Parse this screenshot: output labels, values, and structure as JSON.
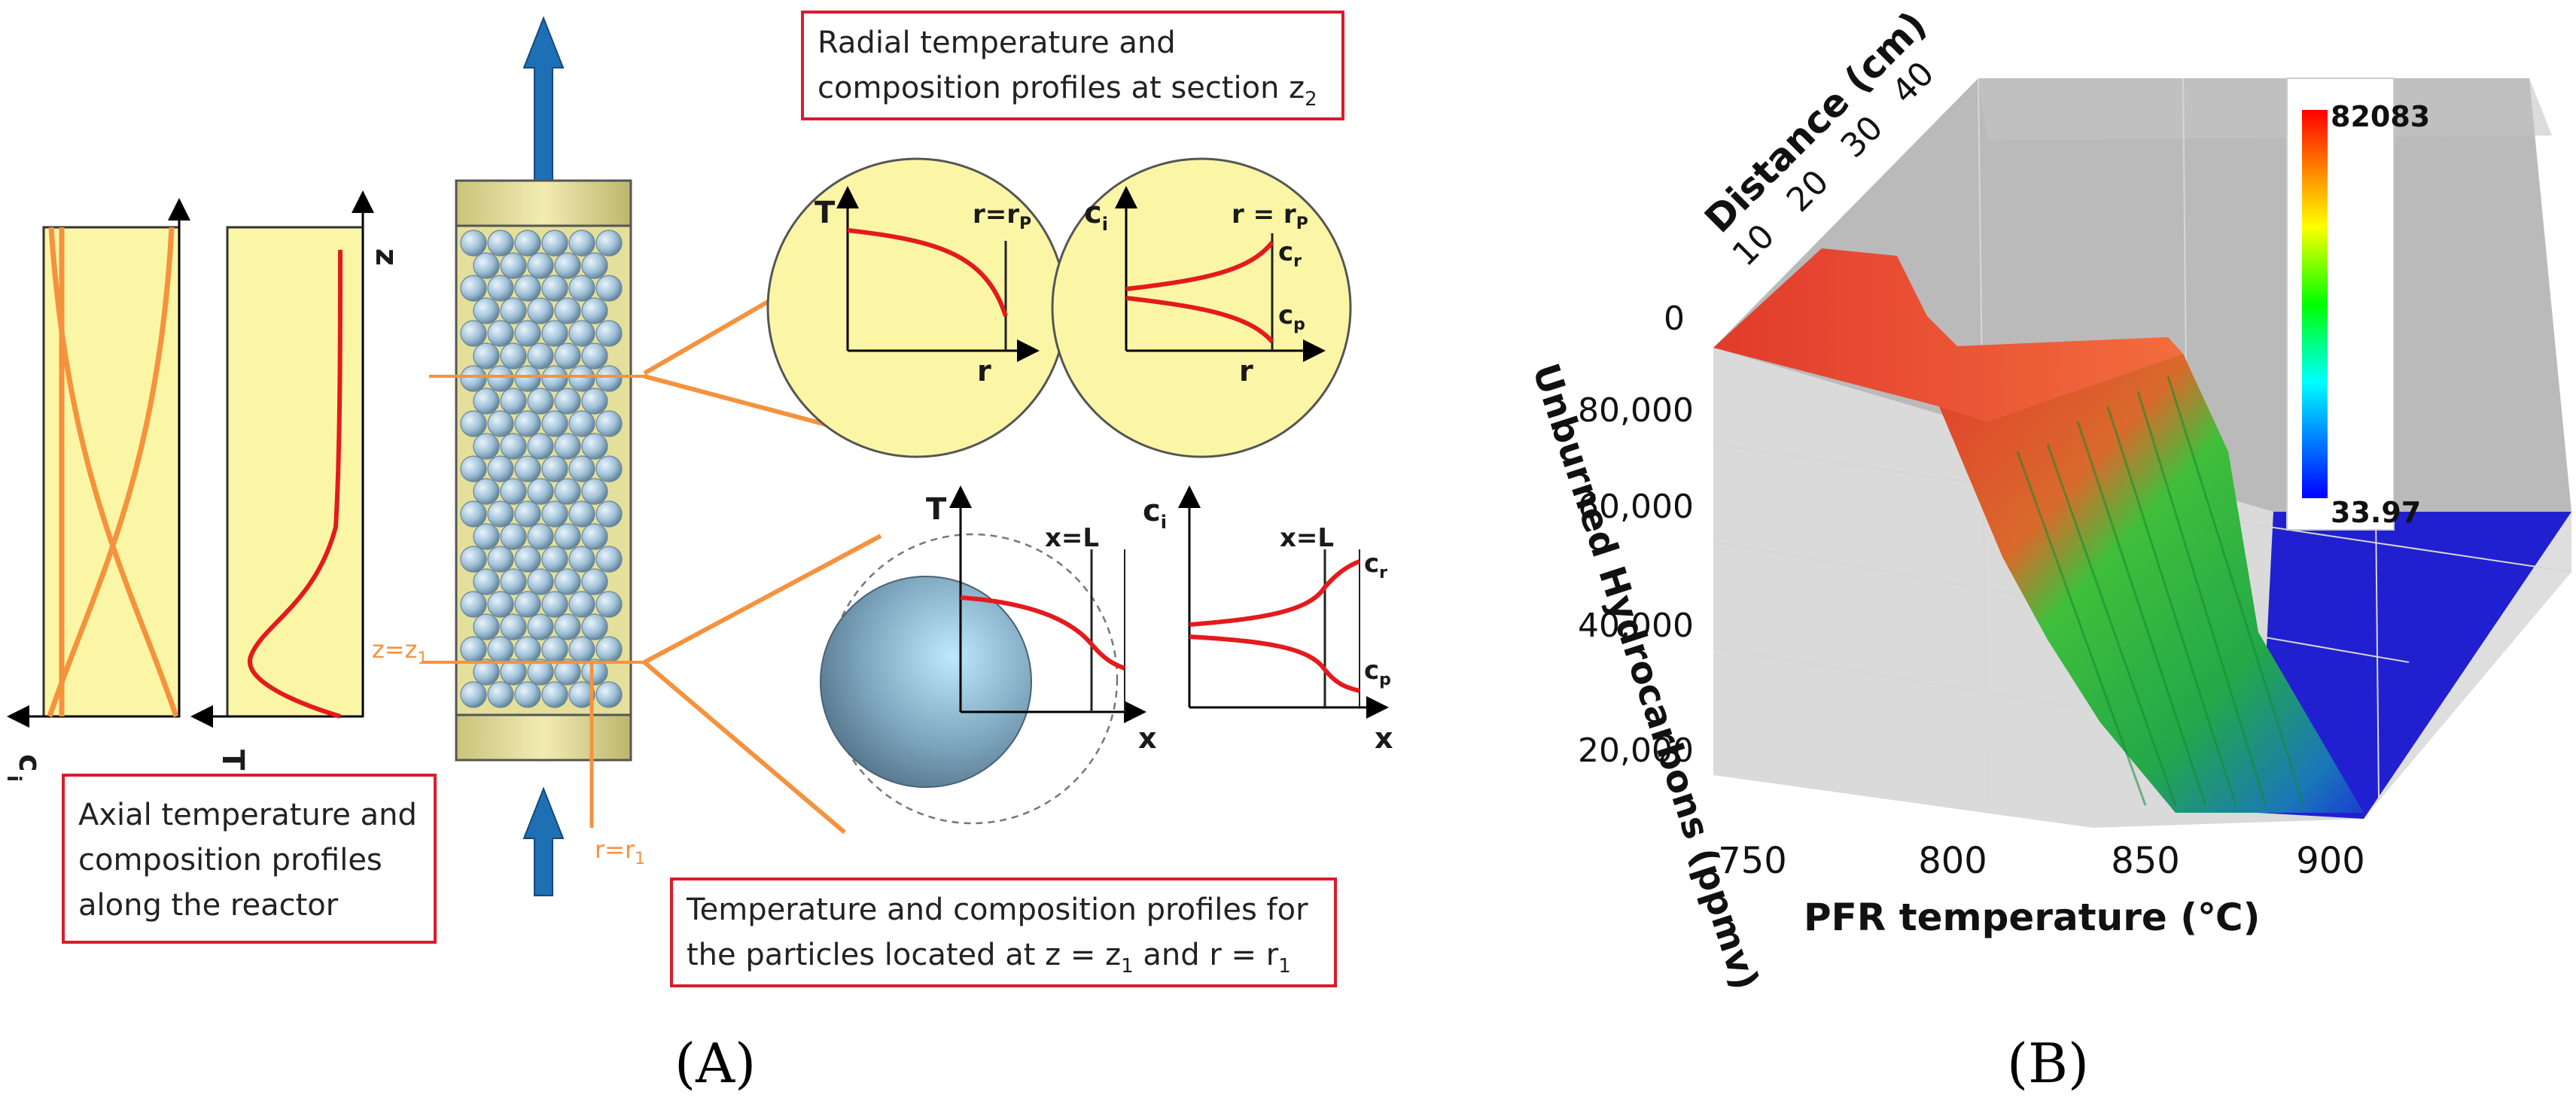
{
  "panel_a": {
    "panel_label": "(A)",
    "axial_box_lines": [
      "Axial temperature and",
      "composition profiles",
      "along the reactor"
    ],
    "axial_ci_axis": "c",
    "axial_ci_sub": "i",
    "axial_t_axis": "T",
    "axial_z_axis": "z",
    "z1_label": "z=z",
    "z1_sub": "1",
    "r1_label": "r=r",
    "r1_sub": "1",
    "radial_box_line1": "Radial temperature and",
    "radial_box_line2": "composition profiles at section z",
    "radial_box_sub": "2",
    "radial_t_plot": {
      "y_axis": "T",
      "x_axis": "r",
      "marker": "r=r",
      "marker_sub": "P"
    },
    "radial_c_plot": {
      "y_axis": "c",
      "y_sub": "i",
      "x_axis": "r",
      "marker": "r = r",
      "marker_sub": "P",
      "upper": "c",
      "upper_sub": "r",
      "lower": "c",
      "lower_sub": "p"
    },
    "particle_t_plot": {
      "y_axis": "T",
      "x_axis": "x",
      "marker": "x=L"
    },
    "particle_c_plot": {
      "y_axis": "c",
      "y_sub": "i",
      "x_axis": "x",
      "marker": "x=L",
      "upper": "c",
      "upper_sub": "r",
      "lower": "c",
      "lower_sub": "p"
    },
    "particle_box_line1": "Temperature and composition profiles for",
    "particle_box_line2": "the particles located at z = z",
    "particle_box_mid": " and r = r",
    "particle_box_sub1": "1",
    "particle_box_sub2": "1"
  },
  "panel_b": {
    "panel_label": "(B)",
    "x_axis_title": "PFR temperature (℃)",
    "y_axis_title": "Unburned Hydrocarbons (ppmv)",
    "depth_axis_title": "Distance (cm)",
    "x_ticks": [
      "750",
      "800",
      "850",
      "900"
    ],
    "y_ticks": [
      "80,000",
      "60,000",
      "40,000",
      "20,000"
    ],
    "depth_ticks": [
      "0",
      "10",
      "20",
      "30",
      "40"
    ],
    "colorbar_max": "82083",
    "colorbar_min": "33.97",
    "colors": {
      "high": "#e8201a",
      "mid": "#20d020",
      "low": "#1a1ae0",
      "grey_wall": "#a8a8a8"
    }
  },
  "colors": {
    "reactor_fill": "#e4df9a",
    "profile_red": "#e41a1c",
    "profile_orange": "#f5923e",
    "box_border": "#d91c2c",
    "plot_bg": "#fbf6a6",
    "arrow_blue": "#1f6fb4"
  }
}
